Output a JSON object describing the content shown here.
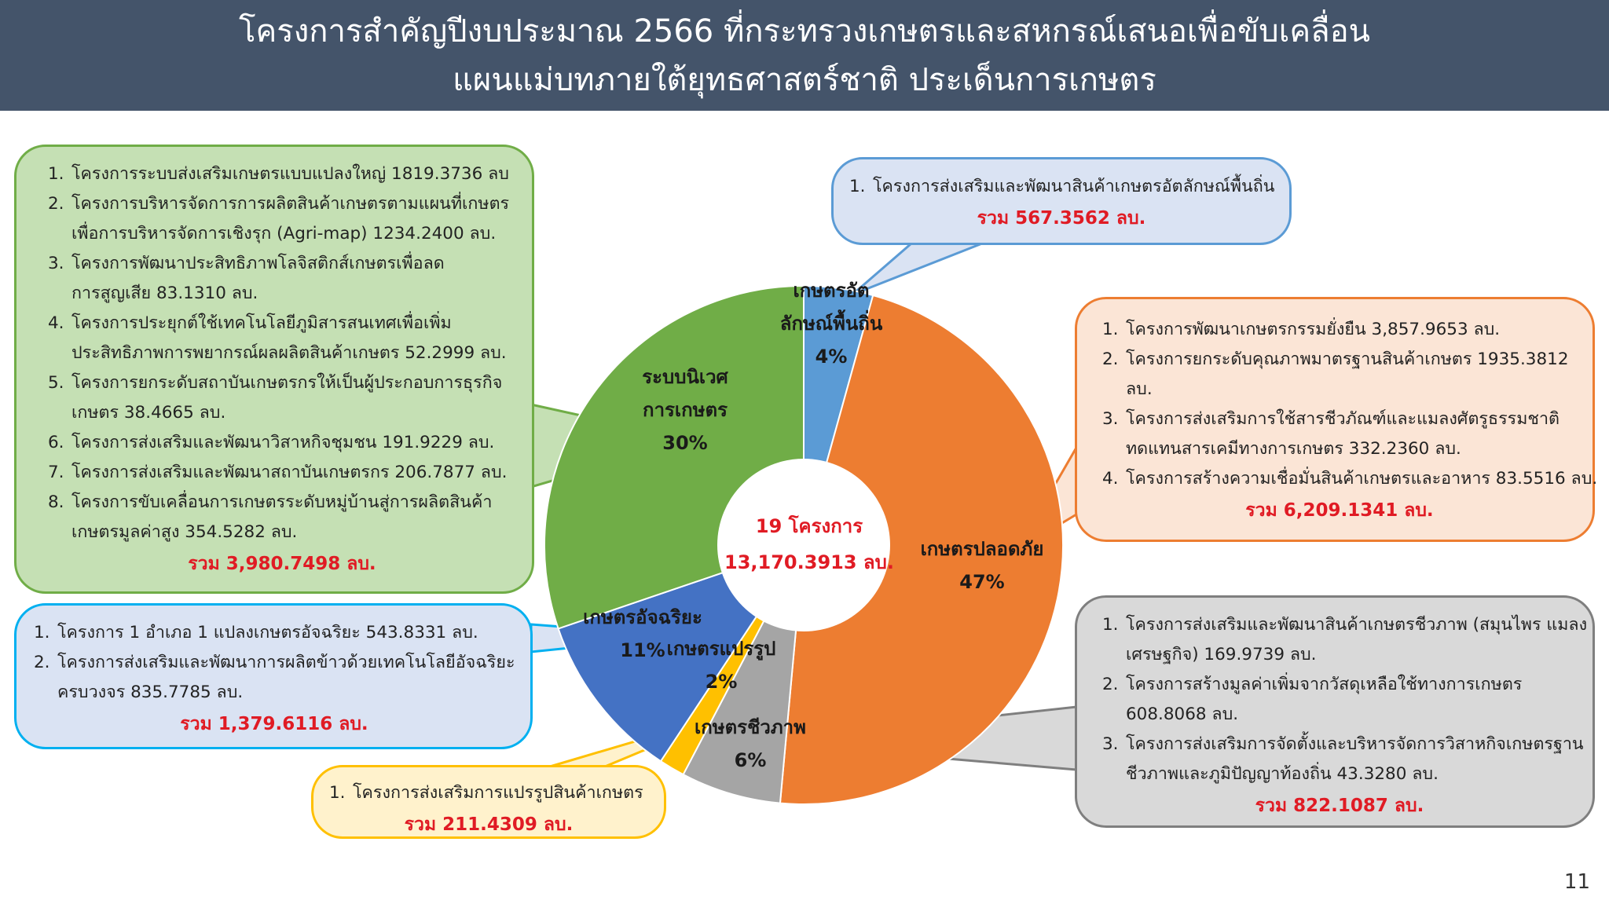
{
  "header": {
    "title_line1": "โครงการสำคัญปีงบประมาณ 2566 ที่กระทรวงเกษตรและสหกรณ์เสนอเพื่อขับเคลื่อน",
    "title_line2": "แผนแม่บทภายใต้ยุทธศาสตร์ชาติ ประเด็นการเกษตร"
  },
  "center": {
    "line1": "19 โครงการ",
    "line2": "13,170.3913 ลบ."
  },
  "page_number": "11",
  "colors": {
    "header_bg": "#44546a",
    "total_text": "#e01b24",
    "slice_local": "#5b9bd5",
    "slice_safe": "#ed7d31",
    "slice_bio": "#a5a5a5",
    "slice_processing": "#ffc000",
    "slice_smart": "#4472c4",
    "slice_ecosystem": "#70ad47"
  },
  "chart_data": {
    "type": "pie",
    "total_label": "13,170.3913 ลบ.",
    "slices": [
      {
        "label_lines": [
          "เกษตรอัต",
          "ลักษณ์พื้นถิ่น"
        ],
        "percent_label": "4%",
        "value": 567.3562,
        "color": "#5b9bd5"
      },
      {
        "label_lines": [
          "เกษตรปลอดภัย"
        ],
        "percent_label": "47%",
        "value": 6209.1341,
        "color": "#ed7d31"
      },
      {
        "label_lines": [
          "เกษตรชีวภาพ"
        ],
        "percent_label": "6%",
        "value": 822.1087,
        "color": "#a5a5a5"
      },
      {
        "label_lines": [
          "เกษตรแปรรูป"
        ],
        "percent_label": "2%",
        "value": 211.4309,
        "color": "#ffc000"
      },
      {
        "label_lines": [
          "เกษตรอัจฉริยะ"
        ],
        "percent_label": "11%",
        "value": 1379.6116,
        "color": "#4472c4"
      },
      {
        "label_lines": [
          "ระบบนิเวศ",
          "การเกษตร"
        ],
        "percent_label": "30%",
        "value": 3980.7498,
        "color": "#70ad47"
      }
    ]
  },
  "boxes": {
    "ecosystem": {
      "items": [
        {
          "num": "1.",
          "lines": [
            "โครงการระบบส่งเสริมเกษตรแบบแปลงใหญ่ 1819.3736 ลบ"
          ]
        },
        {
          "num": "2.",
          "lines": [
            "โครงการบริหารจัดการการผลิตสินค้าเกษตรตามแผนที่เกษตร",
            "เพื่อการบริหารจัดการเชิงรุก (Agri-map) 1234.2400 ลบ."
          ]
        },
        {
          "num": "3.",
          "lines": [
            "โครงการพัฒนาประสิทธิภาพโลจิสติกส์เกษตรเพื่อลด",
            "การสูญเสีย 83.1310 ลบ."
          ]
        },
        {
          "num": "4.",
          "lines": [
            "โครงการประยุกต์ใช้เทคโนโลยีภูมิสารสนเทศเพื่อเพิ่ม",
            "ประสิทธิภาพการพยากรณ์ผลผลิตสินค้าเกษตร 52.2999 ลบ."
          ]
        },
        {
          "num": "5.",
          "lines": [
            "โครงการยกระดับสถาบันเกษตรกรให้เป็นผู้ประกอบการธุรกิจ",
            "เกษตร 38.4665 ลบ."
          ]
        },
        {
          "num": "6.",
          "lines": [
            "โครงการส่งเสริมและพัฒนาวิสาหกิจชุมชน 191.9229 ลบ."
          ]
        },
        {
          "num": "7.",
          "lines": [
            "โครงการส่งเสริมและพัฒนาสถาบันเกษตรกร 206.7877 ลบ."
          ]
        },
        {
          "num": "8.",
          "lines": [
            "โครงการขับเคลื่อนการเกษตรระดับหมู่บ้านสู่การผลิตสินค้า",
            "เกษตรมูลค่าสูง 354.5282 ลบ."
          ]
        }
      ],
      "total": "รวม 3,980.7498 ลบ."
    },
    "local": {
      "items": [
        {
          "num": "1.",
          "lines": [
            "โครงการส่งเสริมและพัฒนาสินค้าเกษตรอัตลักษณ์พื้นถิ่น"
          ]
        }
      ],
      "total": "รวม 567.3562 ลบ."
    },
    "safe": {
      "items": [
        {
          "num": "1.",
          "lines": [
            "โครงการพัฒนาเกษตรกรรมยั่งยืน 3,857.9653 ลบ."
          ]
        },
        {
          "num": "2.",
          "lines": [
            "โครงการยกระดับคุณภาพมาตรฐานสินค้าเกษตร 1935.3812",
            "ลบ."
          ]
        },
        {
          "num": "3.",
          "lines": [
            "โครงการส่งเสริมการใช้สารชีวภัณฑ์และแมลงศัตรูธรรมชาติ",
            "ทดแทนสารเคมีทางการเกษตร 332.2360 ลบ."
          ]
        },
        {
          "num": "4.",
          "lines": [
            "โครงการสร้างความเชื่อมั่นสินค้าเกษตรและอาหาร 83.5516 ลบ."
          ]
        }
      ],
      "total": "รวม 6,209.1341 ลบ."
    },
    "smart": {
      "items": [
        {
          "num": "1.",
          "lines": [
            "โครงการ 1 อำเภอ 1 แปลงเกษตรอัจฉริยะ 543.8331 ลบ."
          ]
        },
        {
          "num": "2.",
          "lines": [
            "โครงการส่งเสริมและพัฒนาการผลิตข้าวด้วยเทคโนโลยีอัจฉริยะ",
            "ครบวงจร 835.7785 ลบ."
          ]
        }
      ],
      "total": "รวม 1,379.6116 ลบ."
    },
    "bio": {
      "items": [
        {
          "num": "1.",
          "lines": [
            "โครงการส่งเสริมและพัฒนาสินค้าเกษตรชีวภาพ (สมุนไพร แมลง",
            "เศรษฐกิจ) 169.9739 ลบ."
          ]
        },
        {
          "num": "2.",
          "lines": [
            "โครงการสร้างมูลค่าเพิ่มจากวัสดุเหลือใช้ทางการเกษตร",
            "608.8068 ลบ."
          ]
        },
        {
          "num": "3.",
          "lines": [
            "โครงการส่งเสริมการจัดตั้งและบริหารจัดการวิสาหกิจเกษตรฐาน",
            "ชีวภาพและภูมิปัญญาท้องถิ่น 43.3280 ลบ."
          ]
        }
      ],
      "total": "รวม 822.1087 ลบ."
    },
    "processing": {
      "items": [
        {
          "num": "1.",
          "lines": [
            "โครงการส่งเสริมการแปรรูปสินค้าเกษตร"
          ]
        }
      ],
      "total": "รวม 211.4309 ลบ."
    }
  }
}
